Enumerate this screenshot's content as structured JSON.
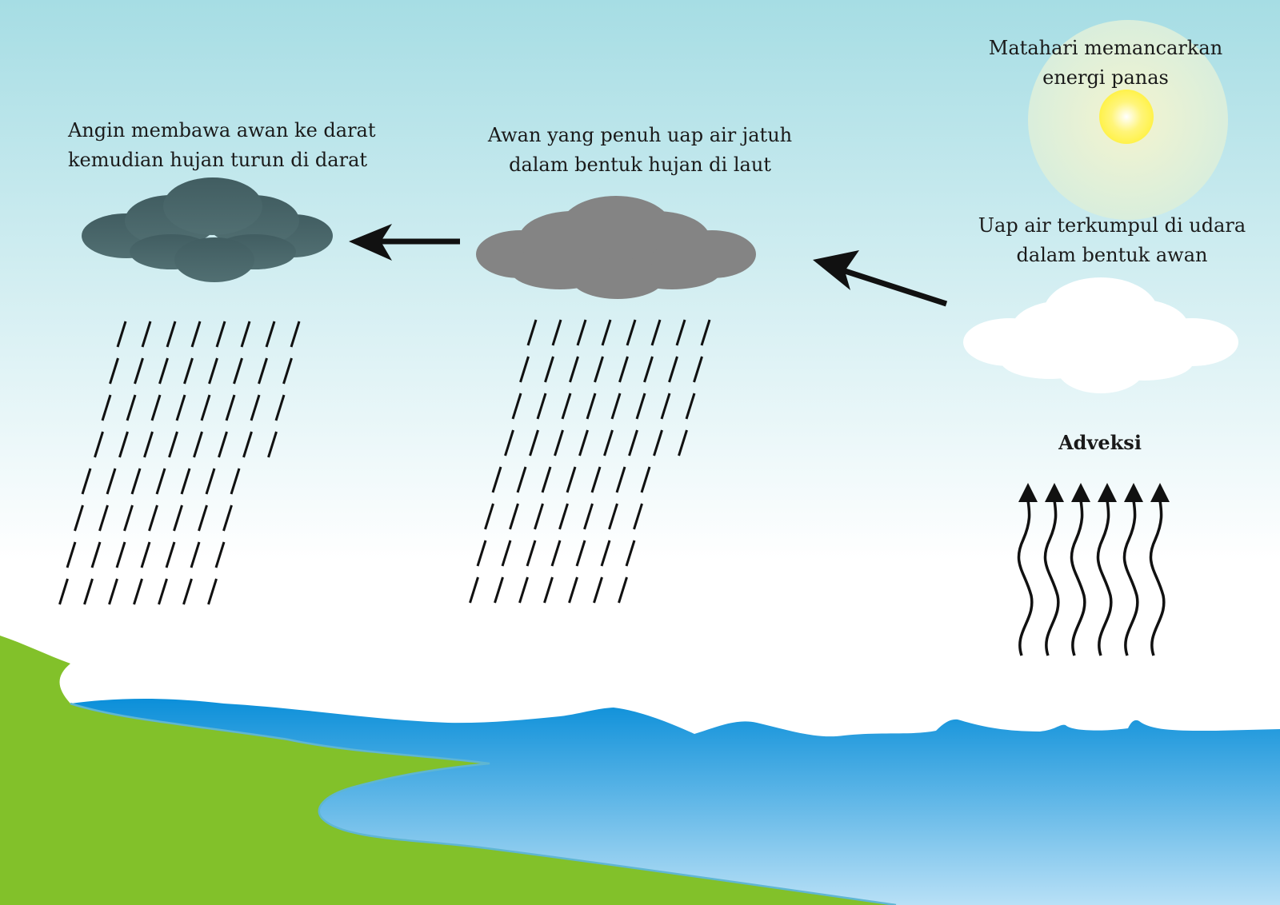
{
  "labels": {
    "sun": [
      "Matahari memancarkan",
      "energi panas"
    ],
    "vapor": [
      "Uap air terkumpul di udara",
      "dalam bentuk awan"
    ],
    "advection": "Adveksi",
    "sea_rain": [
      "Awan yang penuh uap air jatuh",
      "dalam bentuk hujan di laut"
    ],
    "land_rain": [
      "Angin membawa awan ke darat",
      "kemudian hujan turun di darat"
    ]
  },
  "colors": {
    "sky_top": "#a6dde4",
    "sky_bottom": "#ffffff",
    "sun": "#fff24a",
    "sun_halo": "#e9f2c7",
    "cloud_white": "#ffffff",
    "cloud_grey": "#848484",
    "cloud_dark": "#4a6669",
    "sea_top": "#0b8fd9",
    "sea_bottom": "#b8e0f6",
    "land": "#82c12a",
    "arrow": "#111111"
  },
  "icons": {
    "sun": "sun-icon",
    "clouds": "cloud-icon",
    "rain": "rain-streaks",
    "advection": "wavy-up-arrows",
    "flow": "arrow-left"
  }
}
